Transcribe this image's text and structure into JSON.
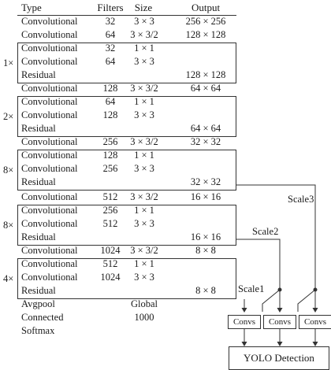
{
  "headers": [
    "Type",
    "Filters",
    "Size",
    "Output"
  ],
  "rows": [
    {
      "type": "Convolutional",
      "filters": "32",
      "size": "3 × 3",
      "output": "256 × 256"
    },
    {
      "type": "Convolutional",
      "filters": "64",
      "size": "3 × 3/2",
      "output": "128 × 128"
    },
    {
      "type": "Convolutional",
      "filters": "32",
      "size": "1 × 1",
      "output": ""
    },
    {
      "type": "Convolutional",
      "filters": "64",
      "size": "3 × 3",
      "output": ""
    },
    {
      "type": "Residual",
      "filters": "",
      "size": "",
      "output": "128 × 128"
    },
    {
      "type": "Convolutional",
      "filters": "128",
      "size": "3 × 3/2",
      "output": "64 × 64"
    },
    {
      "type": "Convolutional",
      "filters": "64",
      "size": "1 × 1",
      "output": ""
    },
    {
      "type": "Convolutional",
      "filters": "128",
      "size": "3 × 3",
      "output": ""
    },
    {
      "type": "Residual",
      "filters": "",
      "size": "",
      "output": "64 × 64"
    },
    {
      "type": "Convolutional",
      "filters": "256",
      "size": "3 × 3/2",
      "output": "32 × 32"
    },
    {
      "type": "Convolutional",
      "filters": "128",
      "size": "1 × 1",
      "output": ""
    },
    {
      "type": "Convolutional",
      "filters": "256",
      "size": "3 × 3",
      "output": ""
    },
    {
      "type": "Residual",
      "filters": "",
      "size": "",
      "output": "32 × 32"
    },
    {
      "type": "Convolutional",
      "filters": "512",
      "size": "3 × 3/2",
      "output": "16 × 16"
    },
    {
      "type": "Convolutional",
      "filters": "256",
      "size": "1 × 1",
      "output": ""
    },
    {
      "type": "Convolutional",
      "filters": "512",
      "size": "3 × 3",
      "output": ""
    },
    {
      "type": "Residual",
      "filters": "",
      "size": "",
      "output": "16 × 16"
    },
    {
      "type": "Convolutional",
      "filters": "1024",
      "size": "3 × 3/2",
      "output": "8 × 8"
    },
    {
      "type": "Convolutional",
      "filters": "512",
      "size": "1 × 1",
      "output": ""
    },
    {
      "type": "Convolutional",
      "filters": "1024",
      "size": "3 × 3",
      "output": ""
    },
    {
      "type": "Residual",
      "filters": "",
      "size": "",
      "output": "8 × 8"
    },
    {
      "type": "Avgpool",
      "filters": "",
      "size": "Global",
      "output": ""
    },
    {
      "type": "Connected",
      "filters": "",
      "size": "1000",
      "output": ""
    },
    {
      "type": "Softmax",
      "filters": "",
      "size": "",
      "output": ""
    }
  ],
  "multipliers": [
    "1×",
    "2×",
    "8×",
    "8×",
    "4×"
  ],
  "scales": [
    "Scale1",
    "Scale2",
    "Scale3"
  ],
  "convs": [
    "Convs",
    "Convs",
    "Convs"
  ],
  "detection": "YOLO Detection"
}
